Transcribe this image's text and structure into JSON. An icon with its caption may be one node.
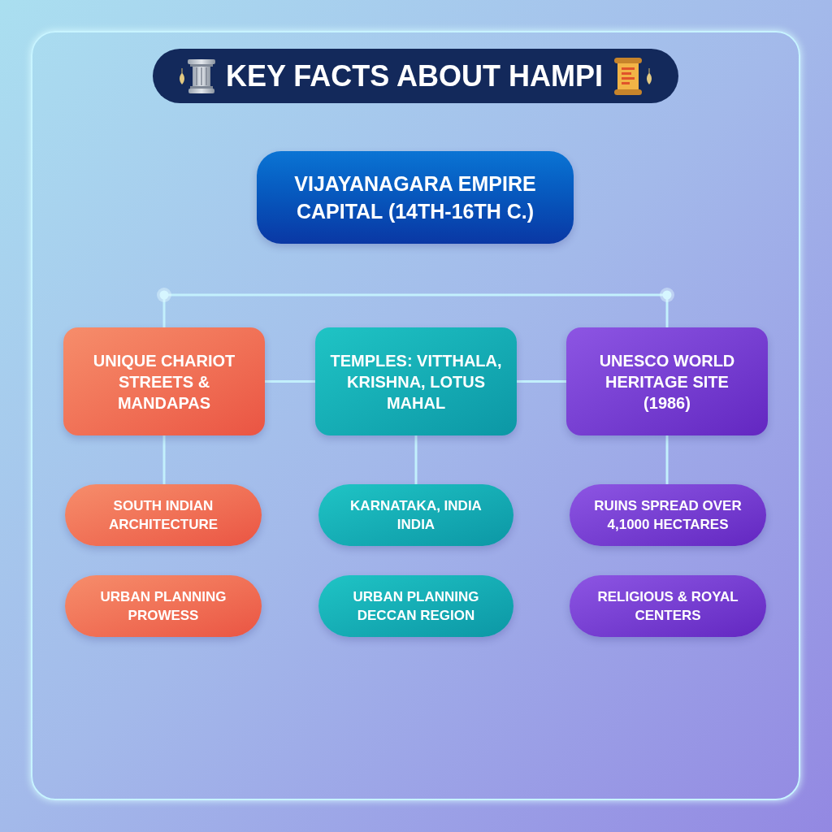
{
  "diagram": {
    "title": "KEY FACTS ABOUT HAMPI",
    "nodes": [
      {
        "text": [
          "VIJAYANAGARA EMPIRE CAPITAL (14TH-16TH C.)"
        ]
      },
      {
        "text": [
          "UNIQUE CHARIOT STREETS & MANDAPAS"
        ]
      },
      {
        "text": [
          "TEMPLES: VITTHALA, KRISHNA, LOTUS MAHAL"
        ]
      },
      {
        "text": [
          "UNESCO WORLD HERITAGE SITE (1986)"
        ]
      },
      {
        "text": [
          "SOUTH INDIAN ARCHITECTURE"
        ]
      },
      {
        "text": [
          "KARNATAKA, INDIA INDIA"
        ]
      },
      {
        "text": [
          "RUINS SPREAD OVER 4,1000 HECTARES"
        ]
      },
      {
        "text": [
          "URBAN PLANNING PROWESS"
        ]
      },
      {
        "text": [
          "URBAN PLANNING DECCAN REGION"
        ]
      },
      {
        "text": [
          "RELIGIOUS & ROYAL CENTERS"
        ]
      }
    ],
    "edges": [
      {
        "from": 1,
        "to": 3,
        "arrow": "none"
      },
      {
        "from": 1,
        "to": 2,
        "arrow": "none"
      },
      {
        "from": 2,
        "to": 3,
        "arrow": "none"
      },
      {
        "from": 1,
        "to": 4,
        "arrow": "none"
      },
      {
        "from": 2,
        "to": 5,
        "arrow": "none"
      },
      {
        "from": 3,
        "to": 6,
        "arrow": "none"
      }
    ]
  }
}
